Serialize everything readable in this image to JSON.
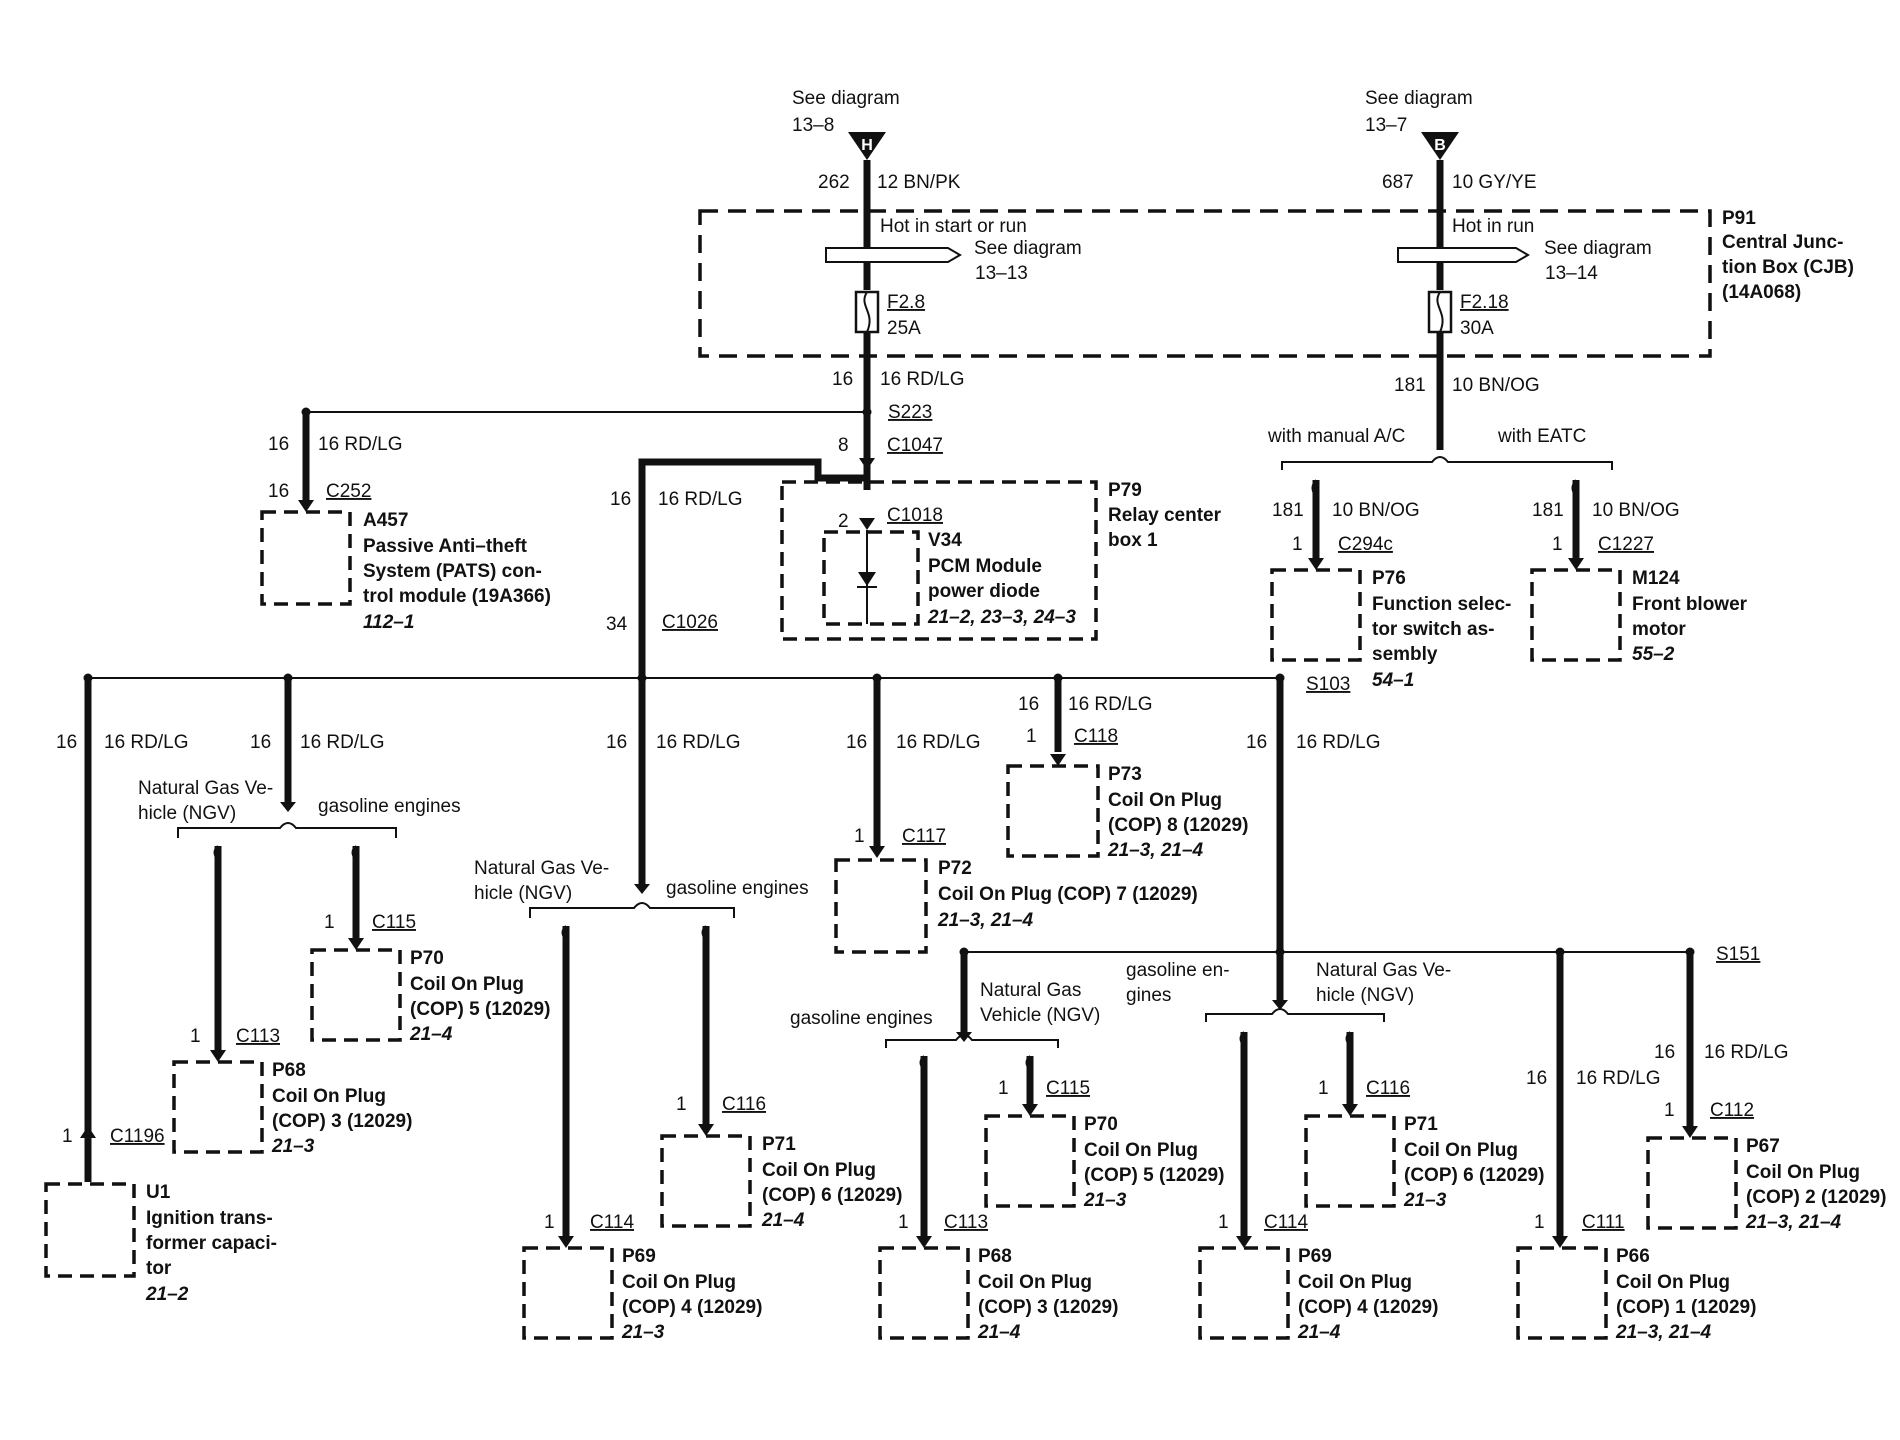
{
  "colors": {
    "line": "#111111",
    "background": "#ffffff"
  },
  "feed_h": {
    "see": "See diagram",
    "ref": "13–8",
    "letter": "H",
    "circuit": "262",
    "wire": "12 BN/PK"
  },
  "feed_b": {
    "see": "See diagram",
    "ref": "13–7",
    "letter": "B",
    "circuit": "687",
    "wire": "10 GY/YE"
  },
  "cjb": {
    "id": "P91",
    "name": [
      "Central Junc-",
      "tion Box (CJB)",
      "(14A068)"
    ],
    "hot_start_run": "Hot in start or run",
    "hot_run": "Hot in run",
    "arrow1_see": "See diagram",
    "arrow1_ref": "13–13",
    "arrow2_see": "See diagram",
    "arrow2_ref": "13–14",
    "fuse1_id": "F2.8",
    "fuse1_amp": "25A",
    "fuse2_id": "F2.18",
    "fuse2_amp": "30A"
  },
  "main_left": {
    "circuit": "16",
    "wire": "16 RD/LG",
    "splice": "S223",
    "pin": "8",
    "connector": "C1047"
  },
  "main_right": {
    "circuit": "181",
    "wire": "10 BN/OG",
    "opt_left": "with manual A/C",
    "opt_right": "with EATC"
  },
  "pats": {
    "circuit": "16",
    "wire": "16 RD/LG",
    "pin": "16",
    "connector": "C252",
    "id": "A457",
    "name": [
      "Passive Anti–theft",
      "System (PATS) con-",
      "trol module (19A366)"
    ],
    "ref": "112–1"
  },
  "relay_box": {
    "id": "P79",
    "name": [
      "Relay center",
      "box 1"
    ],
    "pin": "2",
    "connector": "C1018",
    "diode_id": "V34",
    "diode_name": [
      "PCM Module",
      "power diode"
    ],
    "diode_ref": "21–2, 23–3, 24–3"
  },
  "c1026": {
    "circuit": "16",
    "wire": "16 RD/LG",
    "pin": "34",
    "connector": "C1026"
  },
  "p76": {
    "circuit": "181",
    "wire": "10 BN/OG",
    "pin": "1",
    "connector": "C294c",
    "id": "P76",
    "name": [
      "Function selec-",
      "tor switch as-",
      "sembly"
    ],
    "ref": "54–1"
  },
  "m124": {
    "circuit": "181",
    "wire": "10 BN/OG",
    "pin": "1",
    "connector": "C1227",
    "id": "M124",
    "name": [
      "Front blower",
      "motor"
    ],
    "ref": "55–2"
  },
  "bus": {
    "splice": "S103"
  },
  "u1": {
    "circuit": "16",
    "wire": "16 RD/LG",
    "pin": "1",
    "connector": "C1196",
    "id": "U1",
    "name": [
      "Ignition trans-",
      "former capaci-",
      "tor"
    ],
    "ref": "21–2"
  },
  "grp1": {
    "circuit": "16",
    "wire": "16 RD/LG",
    "ngv": [
      "Natural Gas Ve-",
      "hicle (NGV)"
    ],
    "gas": "gasoline engines",
    "p68": {
      "pin": "1",
      "connector": "C113",
      "id": "P68",
      "name": [
        "Coil On Plug",
        "(COP) 3 (12029)"
      ],
      "ref": "21–3"
    },
    "p70": {
      "pin": "1",
      "connector": "C115",
      "id": "P70",
      "name": [
        "Coil On Plug",
        "(COP) 5 (12029)"
      ],
      "ref": "21–4"
    }
  },
  "grp2": {
    "circuit": "16",
    "wire": "16 RD/LG",
    "ngv": [
      "Natural Gas Ve-",
      "hicle (NGV)"
    ],
    "gas": "gasoline engines",
    "p69": {
      "pin": "1",
      "connector": "C114",
      "id": "P69",
      "name": [
        "Coil On Plug",
        "(COP) 4 (12029)"
      ],
      "ref": "21–3"
    },
    "p71": {
      "pin": "1",
      "connector": "C116",
      "id": "P71",
      "name": [
        "Coil On Plug",
        "(COP) 6 (12029)"
      ],
      "ref": "21–4"
    }
  },
  "p72": {
    "circuit": "16",
    "wire": "16 RD/LG",
    "pin": "1",
    "connector": "C117",
    "id": "P72",
    "name": [
      "Coil On Plug (COP) 7 (12029)"
    ],
    "ref": "21–3, 21–4"
  },
  "p73": {
    "circuit": "16",
    "wire": "16 RD/LG",
    "pin": "1",
    "connector": "C118",
    "id": "P73",
    "name": [
      "Coil On Plug",
      "(COP) 8 (12029)"
    ],
    "ref": "21–3, 21–4"
  },
  "s103_drop": {
    "circuit": "16",
    "wire": "16 RD/LG"
  },
  "grp3": {
    "gas": "gasoline engines",
    "ngv": [
      "Natural Gas",
      "Vehicle (NGV)"
    ],
    "p68": {
      "pin": "1",
      "connector": "C113",
      "id": "P68",
      "name": [
        "Coil On Plug",
        "(COP) 3 (12029)"
      ],
      "ref": "21–4"
    },
    "p70": {
      "pin": "1",
      "connector": "C115",
      "id": "P70",
      "name": [
        "Coil On Plug",
        "(COP) 5 (12029)"
      ],
      "ref": "21–3"
    }
  },
  "grp4": {
    "gas": [
      "gasoline en-",
      "gines"
    ],
    "ngv": [
      "Natural Gas Ve-",
      "hicle (NGV)"
    ],
    "p69": {
      "pin": "1",
      "connector": "C114",
      "id": "P69",
      "name": [
        "Coil On Plug",
        "(COP) 4 (12029)"
      ],
      "ref": "21–4"
    },
    "p71": {
      "pin": "1",
      "connector": "C116",
      "id": "P71",
      "name": [
        "Coil On Plug",
        "(COP) 6 (12029)"
      ],
      "ref": "21–3"
    }
  },
  "s151": {
    "splice": "S151"
  },
  "p66": {
    "circuit": "16",
    "wire": "16 RD/LG",
    "pin": "1",
    "connector": "C111",
    "id": "P66",
    "name": [
      "Coil On Plug",
      "(COP) 1 (12029)"
    ],
    "ref": "21–3, 21–4"
  },
  "p67": {
    "circuit": "16",
    "wire": "16 RD/LG",
    "pin": "1",
    "connector": "C112",
    "id": "P67",
    "name": [
      "Coil On Plug",
      "(COP) 2 (12029)"
    ],
    "ref": "21–3, 21–4"
  }
}
